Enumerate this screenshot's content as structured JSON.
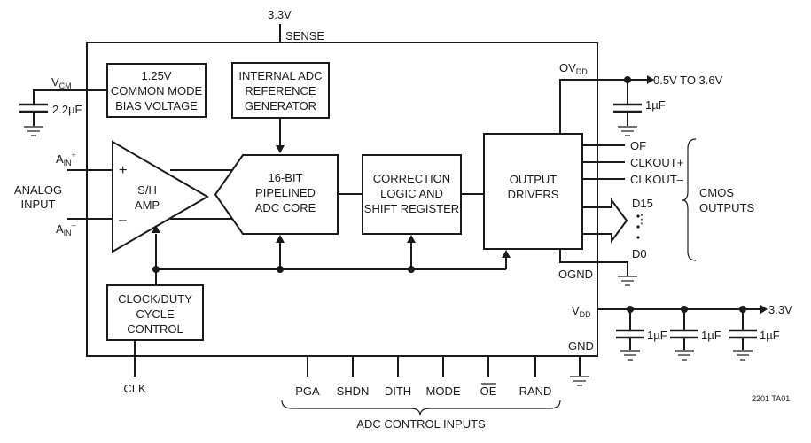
{
  "supply_top": "3.3V",
  "sense": "SENSE",
  "vcm": {
    "main": "V",
    "sub": "CM"
  },
  "cap_vcm": "2.2µF",
  "common_mode": [
    "1.25V",
    "COMMON MODE",
    "BIAS VOLTAGE"
  ],
  "reference": [
    "INTERNAL ADC",
    "REFERENCE",
    "GENERATOR"
  ],
  "ovdd": {
    "main": "OV",
    "sub": "DD"
  },
  "ovdd_range": "0.5V TO 3.6V",
  "cap_ovdd": "1µF",
  "ain_plus": {
    "main": "A",
    "sub": "IN",
    "sup": "+"
  },
  "ain_minus": {
    "main": "A",
    "sub": "IN",
    "sup": "–"
  },
  "analog_input": [
    "ANALOG",
    "INPUT"
  ],
  "plus_sign": "+",
  "minus_sign": "–",
  "sh_amp": [
    "S/H",
    "AMP"
  ],
  "adc_core": [
    "16-BIT",
    "PIPELINED",
    "ADC CORE"
  ],
  "correction": [
    "CORRECTION",
    "LOGIC AND",
    "SHIFT REGISTER"
  ],
  "output_drivers": [
    "OUTPUT",
    "DRIVERS"
  ],
  "outputs": [
    "OF",
    "CLKOUT+",
    "CLKOUT–",
    "D15",
    "D0"
  ],
  "cmos_outputs": [
    "CMOS",
    "OUTPUTS"
  ],
  "ognd": "OGND",
  "clock_duty": [
    "CLOCK/DUTY",
    "CYCLE",
    "CONTROL"
  ],
  "vdd": {
    "main": "V",
    "sub": "DD"
  },
  "supply_right": "3.3V",
  "cap_vdd": [
    "1µF",
    "1µF",
    "1µF"
  ],
  "gnd": "GND",
  "clk": "CLK",
  "control_inputs": [
    "PGA",
    "SHDN",
    "DITH",
    "MODE",
    "OE",
    "RAND"
  ],
  "control_inputs_label": "ADC CONTROL INPUTS",
  "figure_code": "2201 TA01"
}
